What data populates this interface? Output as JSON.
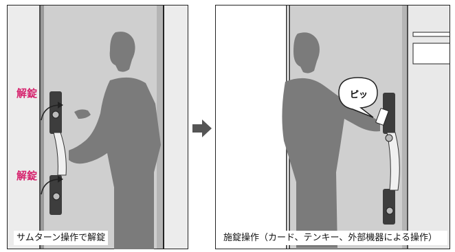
{
  "labels": {
    "unlock_top": "解錠",
    "unlock_bottom": "解錠",
    "beep": "ピッ",
    "left_caption": "サムターン操作で解錠",
    "right_caption": "施錠操作（カード、テンキー、外部機器による操作）"
  },
  "colors": {
    "accent": "#d6246e",
    "silhouette": "#7b7b7b",
    "door": "#d0d0d0",
    "wall": "#e8e8e8",
    "arrow": "#555555"
  },
  "icons": {
    "rotate_top": "rotate-arrow-icon",
    "rotate_bottom": "rotate-arrow-icon",
    "next": "right-arrow-icon"
  }
}
